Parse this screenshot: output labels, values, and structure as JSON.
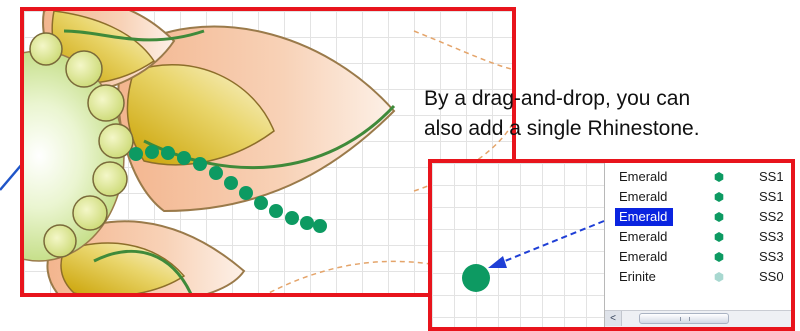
{
  "caption": {
    "line1": "By a drag-and-drop, you can",
    "line2": "also add a single Rhinestone."
  },
  "colors": {
    "highlight_border": "#e8141c",
    "selection": "#0a24e0",
    "emerald": "#0d9a62",
    "erinite": "#a8d8d0",
    "drag_arrow": "#1f3fd6"
  },
  "rhinestone_list": [
    {
      "name": "Emerald",
      "color": "#0d9a62",
      "size": "SS1",
      "selected": false
    },
    {
      "name": "Emerald",
      "color": "#0d9a62",
      "size": "SS1",
      "selected": false
    },
    {
      "name": "Emerald",
      "color": "#0d9a62",
      "size": "SS2",
      "selected": true
    },
    {
      "name": "Emerald",
      "color": "#0d9a62",
      "size": "SS3",
      "selected": false
    },
    {
      "name": "Emerald",
      "color": "#0d9a62",
      "size": "SS3",
      "selected": false
    },
    {
      "name": "Erinite",
      "color": "#a8d8d0",
      "size": "SS0",
      "selected": false
    }
  ],
  "scrollbar": {
    "left_arrow": "<"
  },
  "icons": {
    "stone_marker": "hexagon-stone-icon",
    "dropped_stone": "circle-stone-icon",
    "scroll_left": "chevron-left-icon"
  }
}
